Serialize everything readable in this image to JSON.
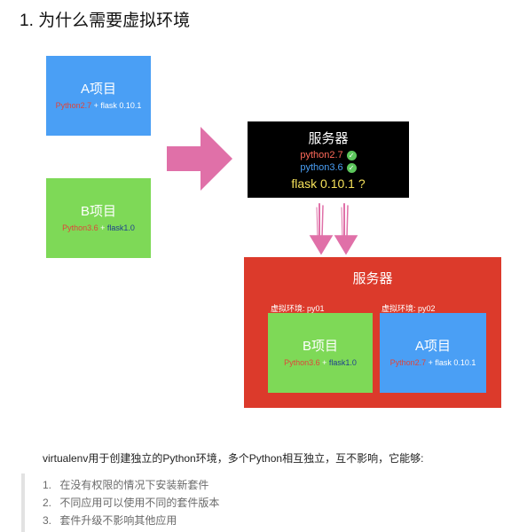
{
  "heading": "1. 为什么需要虚拟环境",
  "colors": {
    "blue": "#4a9ff5",
    "green": "#7ed957",
    "black": "#000000",
    "red": "#dc3a2b",
    "pink_arrow": "#e070a8",
    "yellow": "#f5e15a"
  },
  "box_a_top": {
    "title": "A项目",
    "py": "Python2.7",
    "plus": "+",
    "flask": "flask 0.10.1"
  },
  "box_b_top": {
    "title": "B项目",
    "py": "Python3.6",
    "plus": "+",
    "flask": "flask1.0"
  },
  "server_top": {
    "title": "服务器",
    "py1": "python2.7",
    "py2": "python3.6",
    "check_icon": "check-circle-icon",
    "flask_question": "flask 0.10.1 ?"
  },
  "server_bottom": {
    "title": "服务器",
    "venv1_label": "虚拟环境: py01",
    "venv2_label": "虚拟环境: py02",
    "box_b": {
      "title": "B项目",
      "py": "Python3.6",
      "plus": "+",
      "flask": "flask1.0"
    },
    "box_a": {
      "title": "A项目",
      "py": "Python2.7",
      "plus": "+",
      "flask": "flask 0.10.1"
    }
  },
  "description": "virtualenv用于创建独立的Python环境，多个Python相互独立，互不影响，它能够:",
  "list": [
    {
      "num": "1.",
      "text": "在没有权限的情况下安装新套件"
    },
    {
      "num": "2.",
      "text": "不同应用可以使用不同的套件版本"
    },
    {
      "num": "3.",
      "text": "套件升级不影响其他应用"
    }
  ]
}
